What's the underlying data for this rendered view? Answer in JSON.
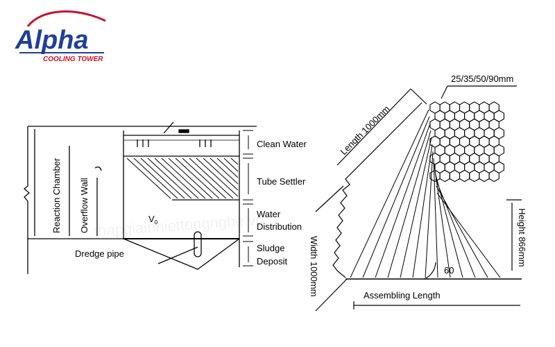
{
  "logo": {
    "name": "Alpha",
    "tagline": "COOLING TOWER",
    "color_primary": "#1f3f9a",
    "color_accent": "#c8102e"
  },
  "watermark": "thapgiainhiettongnghe.vn",
  "left_diagram": {
    "labels": {
      "reaction_chamber": "Reaction Chamber",
      "overflow_wall": "Overflow Wall",
      "clean_water": "Clean Water",
      "tube_settler": "Tube Settler",
      "water_distribution_1": "Water",
      "water_distribution_2": "Distribution",
      "sludge_deposit_1": "Sludge",
      "sludge_deposit_2": "Deposit",
      "dredge_pipe": "Dredge pipe",
      "velocity_symbol": "V",
      "velocity_subscript": "0"
    }
  },
  "right_diagram": {
    "labels": {
      "cell_sizes": "25/35/50/90mm",
      "length": "Length 1000mm",
      "width": "Width 1000mm",
      "height": "Height 866mm",
      "angle": "60",
      "assembling_length": "Assembling Length"
    }
  }
}
